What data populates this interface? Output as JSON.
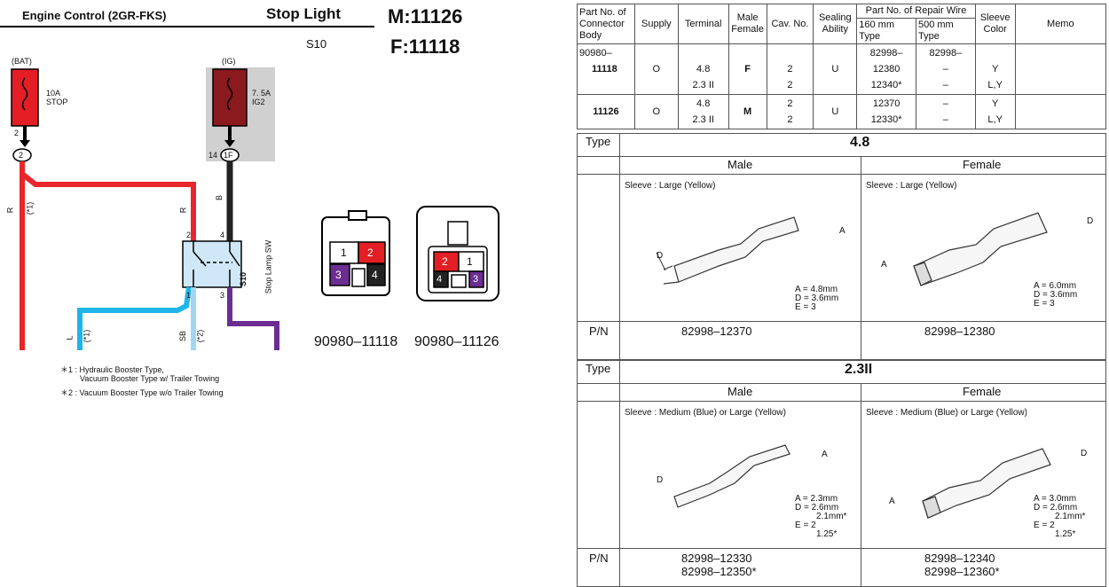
{
  "diagram": {
    "system": "Engine Control (2GR-FKS)",
    "title": "Stop Light",
    "connector_code": "S10",
    "male_no": "M:11126",
    "female_no": "F:11118",
    "fuses": [
      {
        "source": "(BAT)",
        "pin": "2",
        "rating": "10A",
        "name": "STOP",
        "conn": "2"
      },
      {
        "source": "(IG)",
        "pin": "14",
        "rating": "7. 5A",
        "name": "IG2",
        "conn": "1F"
      }
    ],
    "wires": {
      "r1": "R",
      "r1_note": "(*1)",
      "r2": "R",
      "b": "B",
      "l": "L",
      "l_note": "(*1)",
      "sb": "SB",
      "sb_note": "(*2)"
    },
    "switch": {
      "code": "S10",
      "name": "Stop Lamp SW",
      "pins": [
        "2",
        "4",
        "1",
        "3"
      ]
    },
    "connectors": [
      {
        "part": "90980–11118",
        "pins": [
          "1",
          "2",
          "3",
          "4"
        ]
      },
      {
        "part": "90980–11126",
        "pins": [
          "2",
          "1",
          "4",
          "3"
        ]
      }
    ],
    "notes": [
      "＊1 : Hydraulic Booster Type,",
      "Vacuum Booster Type w/ Trailer Towing",
      "＊2 : Vacuum Booster Type w/o Trailer Towing"
    ],
    "colors": {
      "red": "#e8262b",
      "black": "#222222",
      "blue": "#1fb5ea",
      "light_blue": "#9fd7f2",
      "purple": "#6c2d91",
      "fuse_red": "#e31e24",
      "fuse_dark": "#8b1a1f",
      "switch_fill": "#cfe7f6",
      "gray_box": "#d0d0d0"
    }
  },
  "table": {
    "headers": {
      "part_no": [
        "Part No. of",
        "Connector",
        "Body"
      ],
      "supply": "Supply",
      "terminal": "Terminal",
      "male_female": [
        "Male",
        "Female"
      ],
      "cav": "Cav. No.",
      "sealing": [
        "Sealing",
        "Ability"
      ],
      "repair_wire": "Part No. of Repair Wire",
      "w160": [
        "160 mm",
        "Type"
      ],
      "w500": [
        "500 mm",
        "Type"
      ],
      "sleeve": [
        "Sleeve",
        "Color"
      ],
      "memo": "Memo"
    },
    "prefix": "90980–",
    "prefix160": "82998–",
    "prefix500": "82998–",
    "rows": [
      {
        "part": "11118",
        "supply": "O",
        "terminal": [
          "4.8",
          "2.3 II"
        ],
        "mf": "F",
        "cav": [
          "2",
          "2"
        ],
        "seal": "U",
        "w160": [
          "12380",
          "12340*"
        ],
        "w500": [
          "–",
          "–"
        ],
        "sleeve": [
          "Y",
          "L,Y"
        ]
      },
      {
        "part": "11126",
        "supply": "O",
        "terminal": [
          "4.8",
          "2.3 II"
        ],
        "mf": "M",
        "cav": [
          "2",
          "2"
        ],
        "seal": "U",
        "w160": [
          "12370",
          "12330*"
        ],
        "w500": [
          "–",
          "–"
        ],
        "sleeve": [
          "Y",
          "L,Y"
        ]
      }
    ]
  },
  "types": [
    {
      "label": "Type",
      "name": "4.8",
      "male": "Male",
      "female": "Female",
      "male_sleeve": "Sleeve : Large (Yellow)",
      "female_sleeve": "Sleeve : Large (Yellow)",
      "male_dims": [
        "A = 4.8mm",
        "D = 3.6mm",
        "E = 3"
      ],
      "female_dims": [
        "A = 6.0mm",
        "D = 3.6mm",
        "E = 3"
      ],
      "pn_label": "P/N",
      "male_pn": [
        "82998–12370"
      ],
      "female_pn": [
        "82998–12380"
      ]
    },
    {
      "label": "Type",
      "name": "2.3II",
      "male": "Male",
      "female": "Female",
      "male_sleeve": "Sleeve : Medium (Blue) or Large (Yellow)",
      "female_sleeve": "Sleeve : Medium (Blue) or Large (Yellow)",
      "male_dims": [
        "A = 2.3mm",
        "D = 2.6mm",
        "2.1mm*",
        "E = 2",
        "1.25*"
      ],
      "female_dims": [
        "A = 3.0mm",
        "D = 2.6mm",
        "2.1mm*",
        "E = 2",
        "1.25*"
      ],
      "pn_label": "P/N",
      "male_pn": [
        "82998–12330",
        "82998–12350*"
      ],
      "female_pn": [
        "82998–12340",
        "82998–12360*"
      ]
    }
  ]
}
